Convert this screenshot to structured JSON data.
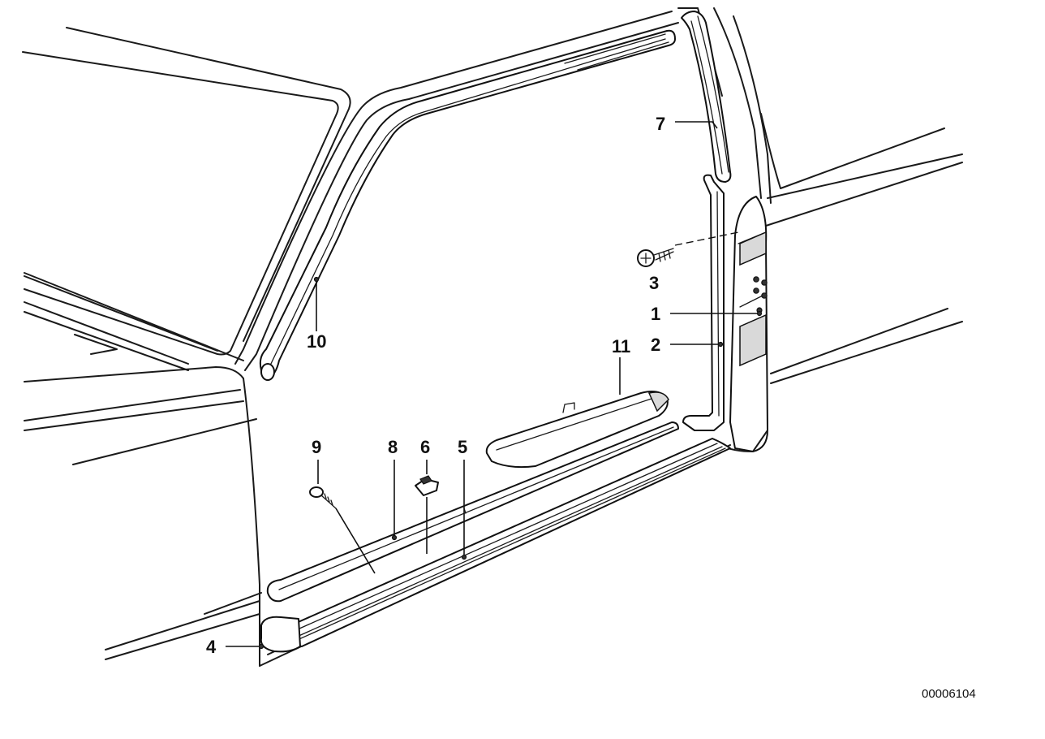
{
  "diagram": {
    "reference_number": "00006104",
    "callouts": {
      "c1": "1",
      "c2": "2",
      "c3": "3",
      "c4": "4",
      "c5": "5",
      "c6": "6",
      "c7": "7",
      "c8": "8",
      "c9": "9",
      "c10": "10",
      "c11": "11"
    }
  }
}
